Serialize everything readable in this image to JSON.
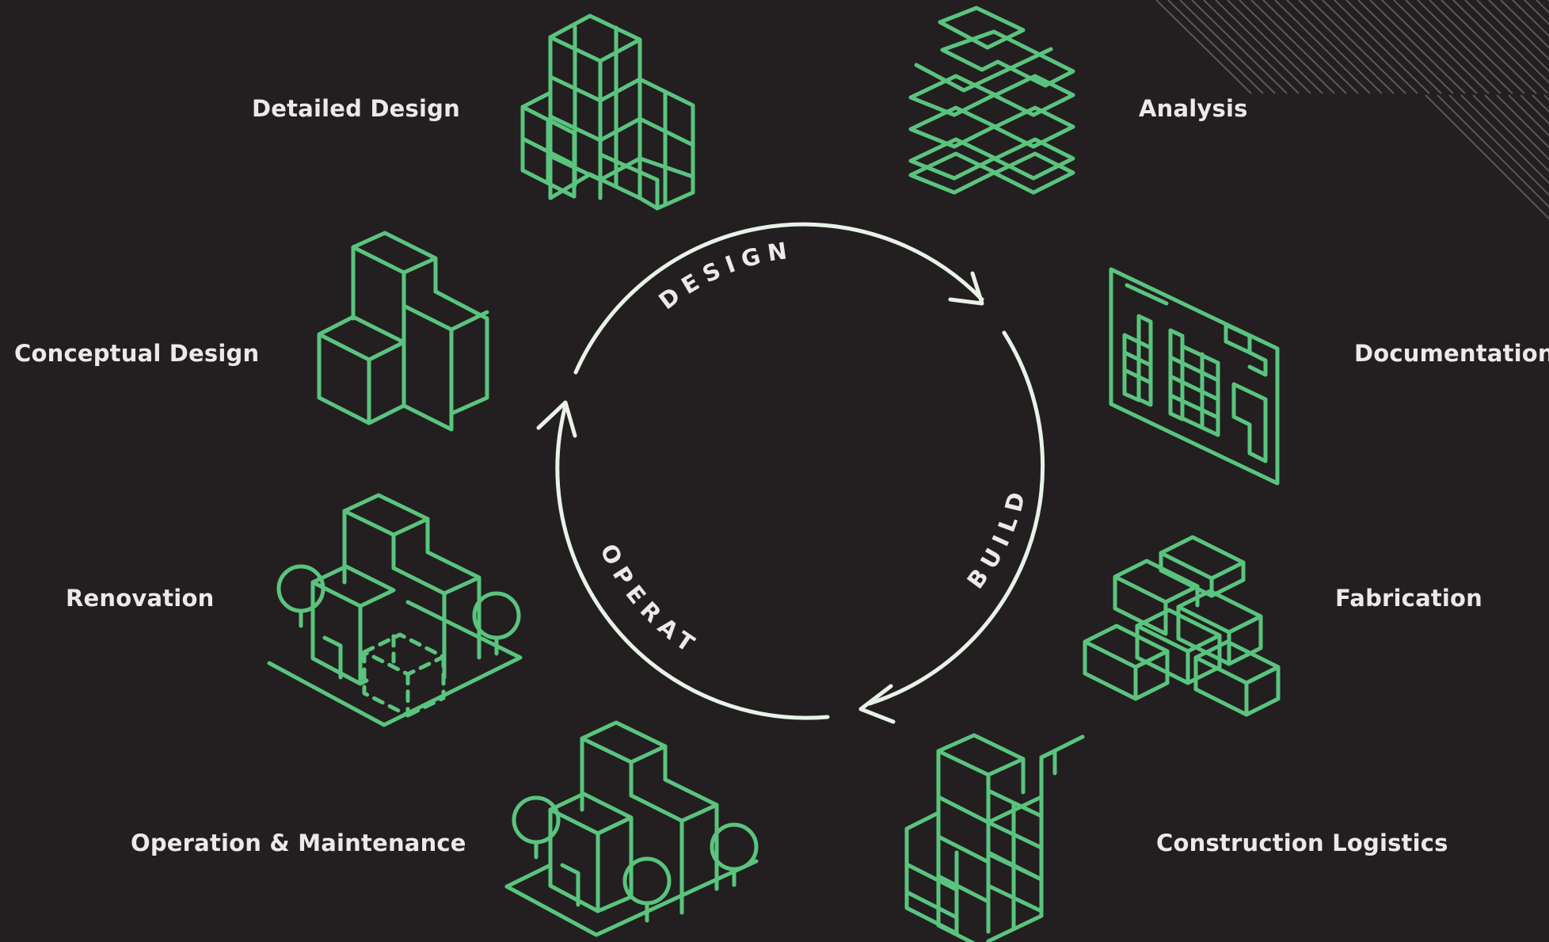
{
  "colors": {
    "background": "#231f20",
    "icon": "#5ac47e",
    "text": "#ece9ea",
    "cycle": "#e9f2e8"
  },
  "cycle": {
    "phases": [
      "DESIGN",
      "BUILD",
      "OPERATE"
    ]
  },
  "stages": [
    {
      "label": "Detailed Design",
      "icon": "stacked-cubes-icon"
    },
    {
      "label": "Analysis",
      "icon": "layered-floors-icon"
    },
    {
      "label": "Conceptual Design",
      "icon": "block-massing-icon"
    },
    {
      "label": "Documentation",
      "icon": "drawing-sheet-icon"
    },
    {
      "label": "Renovation",
      "icon": "renovation-building-icon"
    },
    {
      "label": "Fabrication",
      "icon": "prefab-modules-icon"
    },
    {
      "label": "Operation & Maintenance",
      "icon": "operated-building-icon"
    },
    {
      "label": "Construction Logistics",
      "icon": "crane-structure-icon"
    }
  ]
}
